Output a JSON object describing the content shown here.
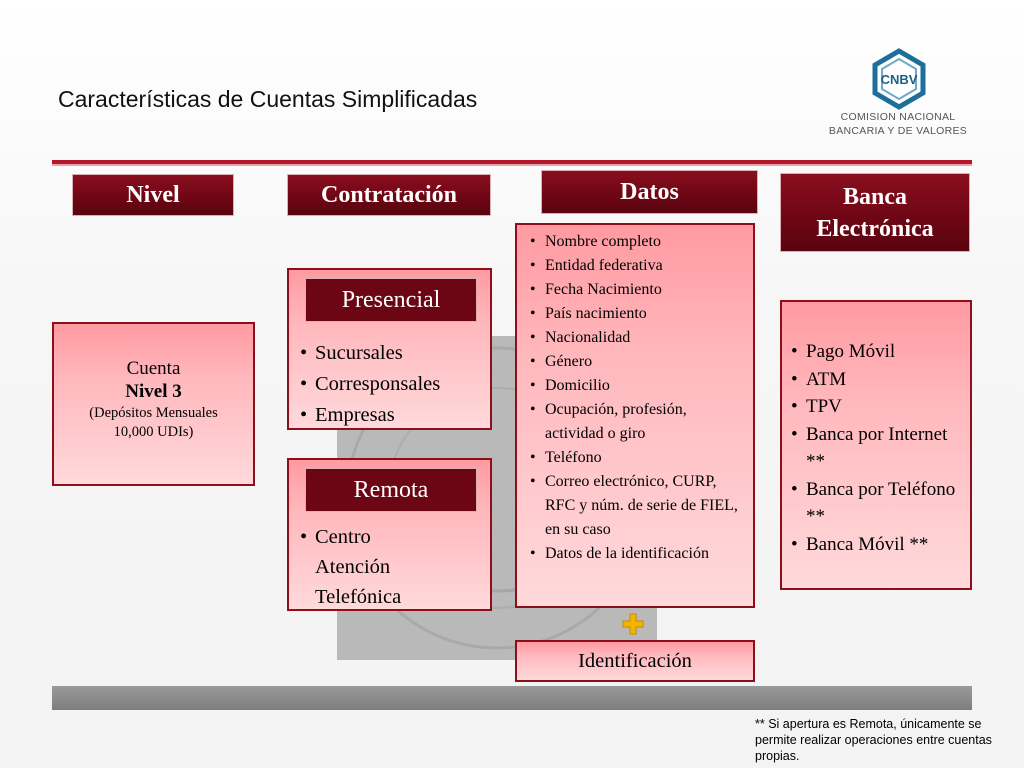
{
  "header": {
    "title": "Características de Cuentas Simplificadas",
    "logo": {
      "abbrev": "CNBV",
      "line1": "COMISION NACIONAL",
      "line2": "BANCARIA Y DE VALORES"
    }
  },
  "columns": {
    "nivel": "Nivel",
    "contratacion": "Contratación",
    "datos": "Datos",
    "banca_line1": "Banca",
    "banca_line2": "Electrónica"
  },
  "cuenta": {
    "line1": "Cuenta",
    "line2": "Nivel 3",
    "line3": "(Depósitos Mensuales",
    "line4": "10,000 UDIs)"
  },
  "presencial": {
    "title": "Presencial",
    "items": [
      "Sucursales",
      "Corresponsales",
      "Empresas"
    ]
  },
  "remota": {
    "title": "Remota",
    "item_line1": "Centro",
    "item_line2": "Atención",
    "item_line3": "Telefónica"
  },
  "datos_list": [
    "Nombre completo",
    "Entidad federativa",
    "Fecha Nacimiento",
    "País nacimiento",
    "Nacionalidad",
    "Género",
    "Domicilio",
    "Ocupación, profesión, actividad o giro",
    "Teléfono",
    "Correo electrónico, CURP, RFC y núm. de serie de FIEL, en su caso",
    "Datos de la identificación"
  ],
  "identificacion": "Identificación",
  "banca_list": [
    "Pago Móvil",
    "ATM",
    "TPV",
    "Banca por Internet **",
    "Banca por Teléfono **",
    "Banca Móvil **"
  ],
  "footnote": "** Si apertura es Remota, únicamente se permite realizar operaciones entre cuentas propias.",
  "colors": {
    "dark_red": "#6d0614",
    "pink": "#ffb8bd",
    "rule": "#b4182c",
    "plus": "#f4b400"
  },
  "icons": {
    "plus": "plus-icon",
    "logo": "cnbv-logo-icon"
  }
}
